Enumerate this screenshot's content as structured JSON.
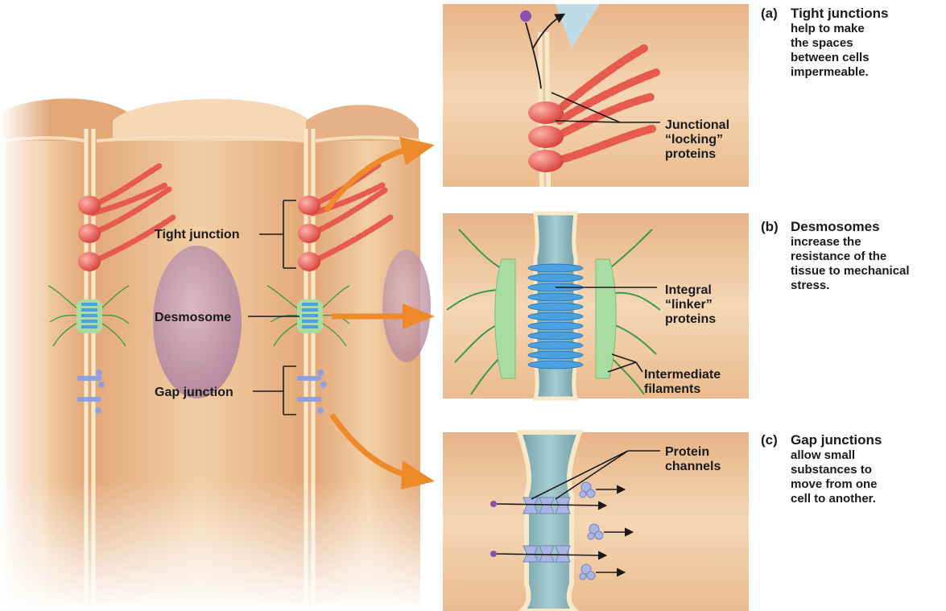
{
  "main_labels": {
    "tight_junction": "Tight junction",
    "desmosome": "Desmosome",
    "gap_junction": "Gap junction"
  },
  "panel_a": {
    "label": "Junctional “locking” proteins",
    "label_lines": [
      "Junctional",
      "“locking”",
      "proteins"
    ],
    "caption_letter": "(a)",
    "caption_title": "Tight junctions",
    "caption_lines": [
      "help to make",
      "the spaces",
      "between cells",
      "impermeable."
    ]
  },
  "panel_b": {
    "label1_lines": [
      "Integral",
      "“linker”",
      "proteins"
    ],
    "label2_lines": [
      "Intermediate",
      "filaments"
    ],
    "caption_letter": "(b)",
    "caption_title": "Desmosomes",
    "caption_lines": [
      "increase the",
      "resistance of the",
      "tissue to mechanical",
      "stress."
    ]
  },
  "panel_c": {
    "label_lines": [
      "Protein",
      "channels"
    ],
    "caption_letter": "(c)",
    "caption_title": "Gap junctions",
    "caption_lines": [
      "allow small",
      "substances to",
      "move from one",
      "cell to another."
    ]
  },
  "colors": {
    "cell": "#eab98a",
    "cell_light": "#f3d3ae",
    "membrane": "#f8e6c4",
    "tight_protein": "#e0524a",
    "desmosome_plaque": "#a8dca0",
    "linker": "#4aa0e0",
    "filament": "#3a9a4a",
    "gap_space": "#8ab7bd",
    "channel": "#a9b5e2",
    "arrow": "#ef8a2a",
    "nucleus": "#c9a7b5"
  }
}
